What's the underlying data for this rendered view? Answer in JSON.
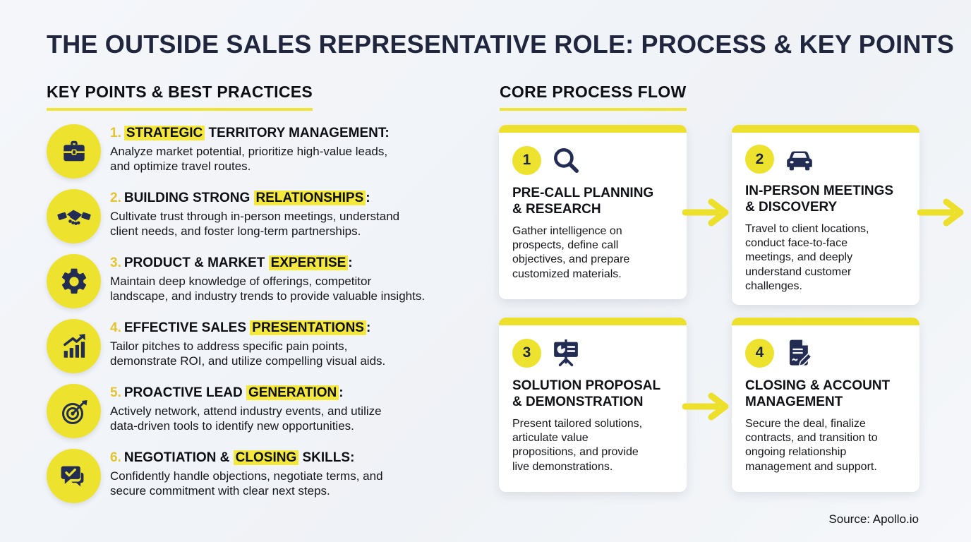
{
  "page": {
    "title": "THE OUTSIDE SALES REPRESENTATIVE ROLE: PROCESS & KEY POINTS",
    "source": "Source: Apollo.io"
  },
  "colors": {
    "accent_yellow": "#ede32e",
    "highlight_yellow": "#f4e83c",
    "navy": "#232c52",
    "title_navy": "#20263e",
    "background": "#f1f3f7",
    "card_white": "#ffffff"
  },
  "key_points": {
    "heading": "KEY POINTS & BEST PRACTICES",
    "items": [
      {
        "number": "1.",
        "icon": "briefcase-icon",
        "title_pre": "",
        "highlight": "STRATEGIC",
        "title_post": " TERRITORY MANAGEMENT:",
        "body": "Analyze market potential, prioritize high-value leads,\nand optimize travel routes."
      },
      {
        "number": "2.",
        "icon": "handshake-icon",
        "title_pre": "BUILDING STRONG ",
        "highlight": "RELATIONSHIPS",
        "title_post": ":",
        "body": "Cultivate trust through in-person meetings, understand\nclient needs, and foster long-term partnerships."
      },
      {
        "number": "3.",
        "icon": "gear-icon",
        "title_pre": "PRODUCT & MARKET ",
        "highlight": "EXPERTISE",
        "title_post": ":",
        "body": "Maintain deep knowledge of offerings, competitor\nlandscape, and industry trends to provide valuable insights."
      },
      {
        "number": "4.",
        "icon": "bar-chart-icon",
        "title_pre": "EFFECTIVE SALES ",
        "highlight": "PRESENTATIONS",
        "title_post": ":",
        "body": "Tailor pitches to address specific pain points,\ndemonstrate ROI, and utilize compelling visual aids."
      },
      {
        "number": "5.",
        "icon": "target-icon",
        "title_pre": "PROACTIVE LEAD ",
        "highlight": "GENERATION",
        "title_post": ":",
        "body": "Actively network, attend industry events, and utilize\ndata-driven tools to identify new opportunities."
      },
      {
        "number": "6.",
        "icon": "chat-check-icon",
        "title_pre": "NEGOTIATION & ",
        "highlight": "CLOSING",
        "title_post": " SKILLS:",
        "body": "Confidently handle objections, negotiate terms, and\nsecure commitment with clear next steps."
      }
    ]
  },
  "process_flow": {
    "heading": "CORE PROCESS FLOW",
    "steps": [
      {
        "number": "1",
        "icon": "magnifier-icon",
        "title": "PRE-CALL PLANNING\n& RESEARCH",
        "body": "Gather intelligence on\nprospects, define call\nobjectives, and prepare\ncustomized materials."
      },
      {
        "number": "2",
        "icon": "car-icon",
        "title": "IN-PERSON MEETINGS\n& DISCOVERY",
        "body": "Travel to client locations,\nconduct face-to-face\nmeetings, and deeply\nunderstand customer\nchallenges."
      },
      {
        "number": "3",
        "icon": "presentation-icon",
        "title": "SOLUTION PROPOSAL\n& DEMONSTRATION",
        "body": "Present tailored solutions,\narticulate value\npropositions, and provide\nlive demonstrations."
      },
      {
        "number": "4",
        "icon": "contract-icon",
        "title": "CLOSING & ACCOUNT\nMANAGEMENT",
        "body": "Secure the deal, finalize\ncontracts, and transition to\nongoing relationship\nmanagement and support."
      }
    ]
  }
}
